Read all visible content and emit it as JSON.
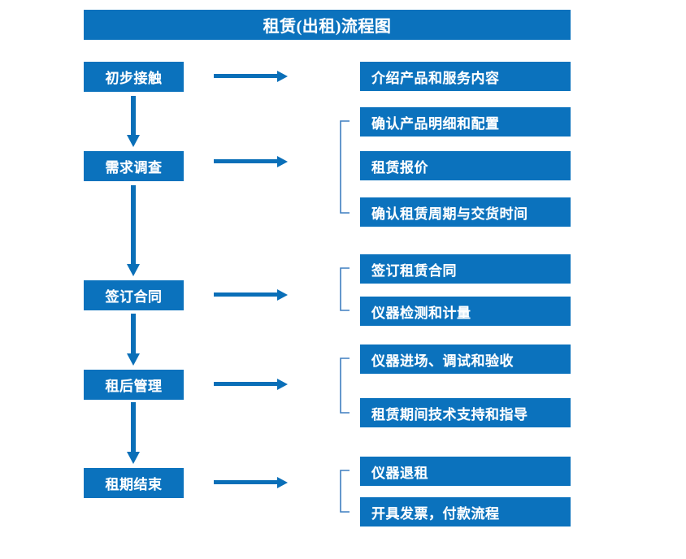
{
  "title": "租赁(出租)流程图",
  "colors": {
    "box_fill": "#0b72bd",
    "box_text": "#ffffff",
    "arrow": "#0a6fb8",
    "bracket": "#3f7fc0",
    "background": "#ffffff"
  },
  "chart_data": {
    "type": "diagram",
    "title": "租赁(出租)流程图",
    "stages": [
      {
        "label": "初步接触",
        "details": [
          "介绍产品和服务内容"
        ],
        "bracketed": false
      },
      {
        "label": "需求调查",
        "details": [
          "确认产品明细和配置",
          "租赁报价",
          "确认租赁周期与交货时间"
        ],
        "bracketed": true
      },
      {
        "label": "签订合同",
        "details": [
          "签订租赁合同",
          "仪器检测和计量"
        ],
        "bracketed": true
      },
      {
        "label": "租后管理",
        "details": [
          "仪器进场、调试和验收",
          "租赁期间技术支持和指导"
        ],
        "bracketed": true
      },
      {
        "label": "租期结束",
        "details": [
          "仪器退租",
          "开具发票，付款流程"
        ],
        "bracketed": true
      }
    ],
    "flow_direction": "top-to-bottom",
    "connector_arrows": "vertical between stages, horizontal from stage to details"
  },
  "stage_boxes": [
    {
      "label": "初步接触"
    },
    {
      "label": "需求调查"
    },
    {
      "label": "签订合同"
    },
    {
      "label": "租后管理"
    },
    {
      "label": "租期结束"
    }
  ],
  "detail_boxes": {
    "g1": [
      {
        "label": "介绍产品和服务内容"
      }
    ],
    "g2": [
      {
        "label": "确认产品明细和配置"
      },
      {
        "label": "租赁报价"
      },
      {
        "label": "确认租赁周期与交货时间"
      }
    ],
    "g3": [
      {
        "label": "签订租赁合同"
      },
      {
        "label": "仪器检测和计量"
      }
    ],
    "g4": [
      {
        "label": "仪器进场、调试和验收"
      },
      {
        "label": "租赁期间技术支持和指导"
      }
    ],
    "g5": [
      {
        "label": "仪器退租"
      },
      {
        "label": "开具发票，付款流程"
      }
    ]
  },
  "icons": {
    "arrow_right": "arrow-right-icon",
    "arrow_down": "arrow-down-icon",
    "bracket": "bracket-icon"
  }
}
